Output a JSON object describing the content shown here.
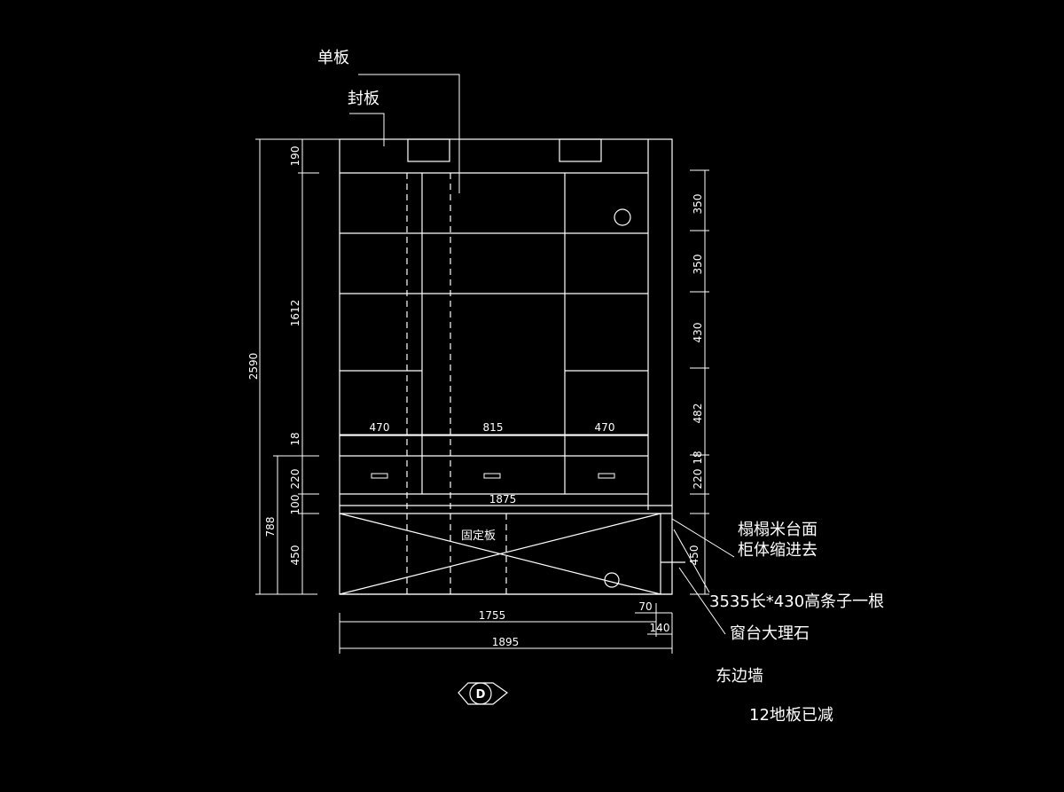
{
  "labels": {
    "single_board": "单板",
    "sealing_board": "封板",
    "fixed_board": "固定板",
    "tatami_top": "榻榻米台面",
    "cabinet_recess": "柜体缩进去",
    "strip_note": "3535长*430高条子一根",
    "window_marble": "窗台大理石",
    "east_wall": "东边墙",
    "floor_note": "12地板已减",
    "view_marker": "D"
  },
  "dimensions": {
    "left": {
      "total": "2590",
      "top": "190",
      "upper": "1612",
      "shelf": "18",
      "drawer": "220",
      "gap": "100",
      "base": "450",
      "lower_total": "788"
    },
    "right": {
      "d1": "350",
      "d2": "350",
      "d3": "430",
      "d4": "482",
      "d5": "18",
      "d6": "220",
      "d7": "450"
    },
    "top_widths": {
      "w1": "470",
      "w2": "815",
      "w3": "470",
      "total": "1875"
    },
    "bottom": {
      "inner": "1755",
      "total": "1895",
      "seg1": "70",
      "seg2": "140"
    }
  }
}
